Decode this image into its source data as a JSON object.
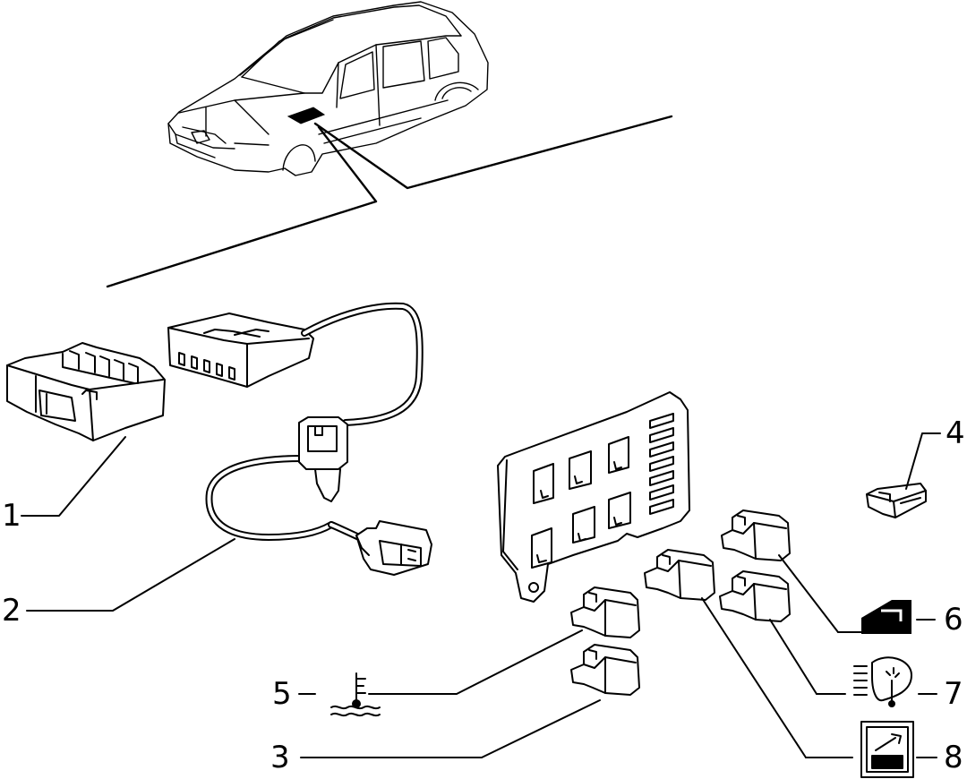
{
  "callouts": [
    {
      "id": "1",
      "text": "1"
    },
    {
      "id": "2",
      "text": "2"
    },
    {
      "id": "3",
      "text": "3"
    },
    {
      "id": "4",
      "text": "4"
    },
    {
      "id": "5",
      "text": "5"
    },
    {
      "id": "6",
      "text": "6"
    },
    {
      "id": "7",
      "text": "7"
    },
    {
      "id": "8",
      "text": "8"
    }
  ],
  "symbols": {
    "5": "coolant-temperature-icon",
    "6": "door-ajar-icon",
    "7": "headlamp-washer-icon",
    "8": "window-lift-icon"
  }
}
